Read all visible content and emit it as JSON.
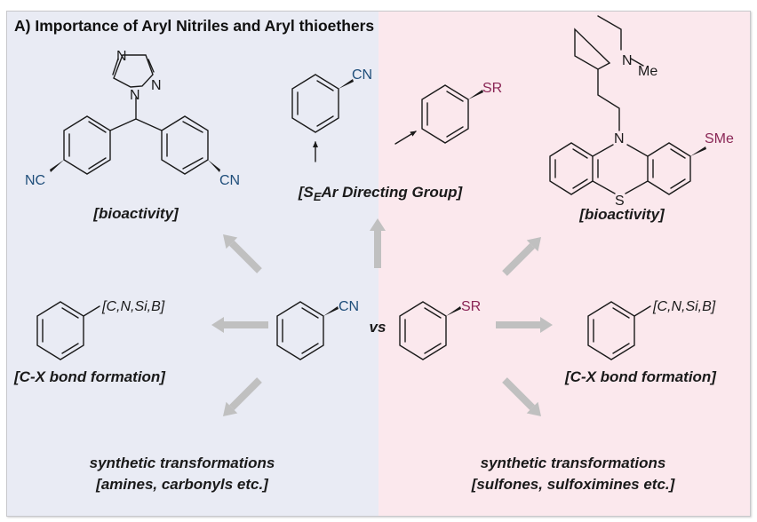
{
  "figure": {
    "title": "A) Importance of Aryl Nitriles and Aryl thioethers",
    "colors": {
      "nitrile_side_bg": "#e9ebf4",
      "thioether_side_bg": "#fbe8ed",
      "nitrile_label": "#1f4e7a",
      "thioether_label": "#8a2656",
      "arrow": "#c0c0c0"
    },
    "center": {
      "nitrile_group": "CN",
      "versus": "vs",
      "thioether_group": "SR"
    },
    "top": {
      "nitrile_group": "CN",
      "thioether_group": "SR",
      "label_prefix": "[S",
      "label_subscript": "E",
      "label_suffix": "Ar Directing Group]"
    },
    "left": {
      "bioactive": {
        "atoms": {
          "n1": "N",
          "n2": "N",
          "n3": "N",
          "left_group": "NC",
          "right_group": "CN"
        },
        "label": "[bioactivity]"
      },
      "cx_bond": {
        "substituent": "[C,N,Si,B]",
        "label": "[C-X bond formation]"
      },
      "synthetic": {
        "line1": "synthetic transformations",
        "line2": "[amines, carbonyls etc.]"
      }
    },
    "right": {
      "bioactive": {
        "atoms": {
          "pip_n": "N",
          "methyl": "Me",
          "ring_n": "N",
          "ring_s": "S",
          "group": "SMe"
        },
        "label": "[bioactivity]"
      },
      "cx_bond": {
        "substituent": "[C,N,Si,B]",
        "label": "[C-X bond formation]"
      },
      "synthetic": {
        "line1": "synthetic transformations",
        "line2": "[sulfones, sulfoximines etc.]"
      }
    }
  }
}
